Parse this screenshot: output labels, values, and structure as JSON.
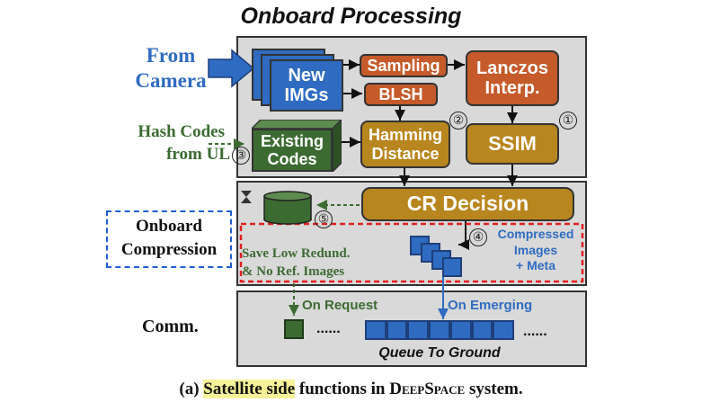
{
  "title": "Onboard Processing",
  "from_camera": {
    "line1": "From",
    "line2": "Camera"
  },
  "hash_codes": {
    "line1": "Hash Codes",
    "line2": "from UL",
    "num": "③"
  },
  "onboard_compression": {
    "line1": "Onboard",
    "line2": "Compression"
  },
  "comm_label": "Comm.",
  "new_imgs": {
    "line1": "New",
    "line2": "IMGs"
  },
  "sampling": "Sampling",
  "blsh": "BLSH",
  "lanczos": {
    "line1": "Lanczos",
    "line2": "Interp."
  },
  "hamming": {
    "line1": "Hamming",
    "line2": "Distance"
  },
  "ssim": "SSIM",
  "existing_codes": {
    "line1": "Existing",
    "line2": "Codes"
  },
  "num2": "②",
  "num1": "①",
  "cr_decision": "CR Decision",
  "num5": "⑤",
  "num4": "④",
  "save_low": {
    "line1": "Save Low Redund.",
    "line2": "& No Ref. Images"
  },
  "compressed": {
    "line1": "Compressed",
    "line2": "Images",
    "line3": "+ Meta"
  },
  "on_request": "On Request",
  "on_emerging": "On Emerging",
  "dots": "......",
  "queue_label": "Queue To Ground",
  "caption": {
    "prefix": "(a) ",
    "highlight": "Satellite side",
    "middle": " functions in ",
    "system": "DeepSpace",
    "suffix": " system."
  },
  "colors": {
    "orange": "#c55a2a",
    "gold": "#b8861e",
    "blue": "#2f6cc1",
    "green": "#3c6b32",
    "panel": "#d9d9d9",
    "red_dash": "#e02020",
    "blue_dash": "#1f5fd0"
  }
}
